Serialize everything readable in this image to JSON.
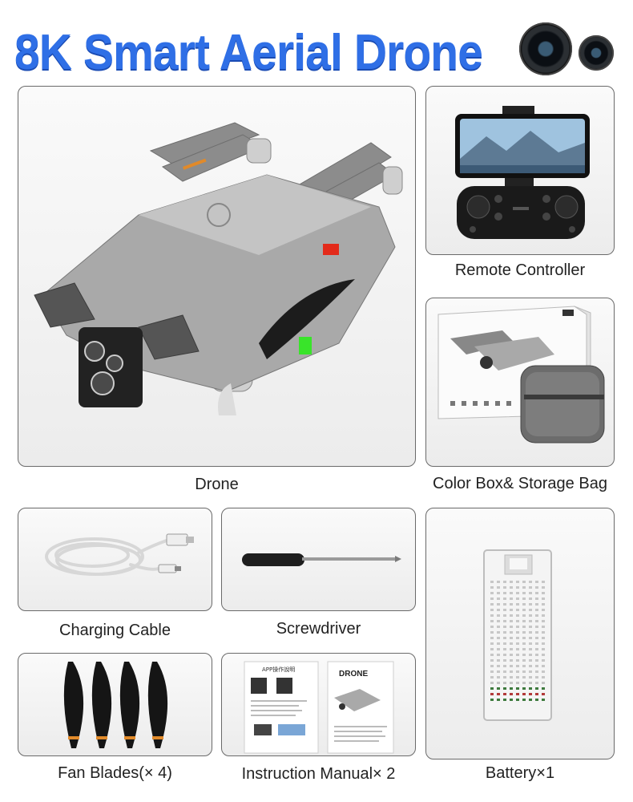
{
  "title": "8K Smart Aerial Drone",
  "colors": {
    "title_blue": "#2f6fe6",
    "panel_border": "#6a6a6a"
  },
  "icons": [
    "camera-lens-large-icon",
    "camera-lens-small-icon"
  ],
  "items": {
    "drone": {
      "label": "Drone"
    },
    "remote": {
      "label": "Remote Controller"
    },
    "box_bag": {
      "label": "Color Box& Storage Bag"
    },
    "cable": {
      "label": "Charging Cable"
    },
    "screwdriver": {
      "label": "Screwdriver"
    },
    "battery": {
      "label": "Battery×1"
    },
    "blades": {
      "label": "Fan Blades(× 4)"
    },
    "manual": {
      "label": "Instruction Manual× 2"
    }
  },
  "manual_texts": {
    "app_header": "APP操作說明",
    "drone_word": "DRONE"
  }
}
